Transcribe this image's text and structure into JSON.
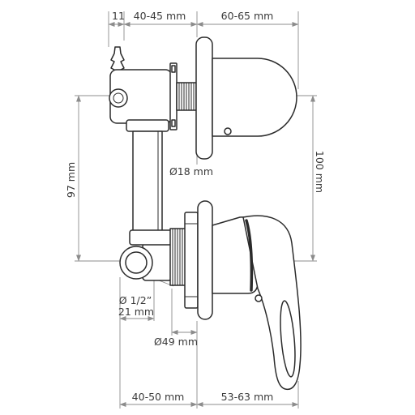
{
  "dimensions": {
    "top_a": "11",
    "top_b": "40-45 mm",
    "top_c": "60-65 mm",
    "left_vertical": "97 mm",
    "right_vertical": "100 mm",
    "upper_diameter": "Ø18 mm",
    "inlet_thread": "Ø 1/2”",
    "inlet_width": "21 mm",
    "lower_diameter": "Ø49 mm",
    "bottom_a": "40-50 mm",
    "bottom_b": "53-63 mm"
  },
  "colors": {
    "line": "#2b2b2b",
    "dimension_line": "#8c8c8c",
    "text": "#3a3a3a",
    "background": "#ffffff"
  }
}
